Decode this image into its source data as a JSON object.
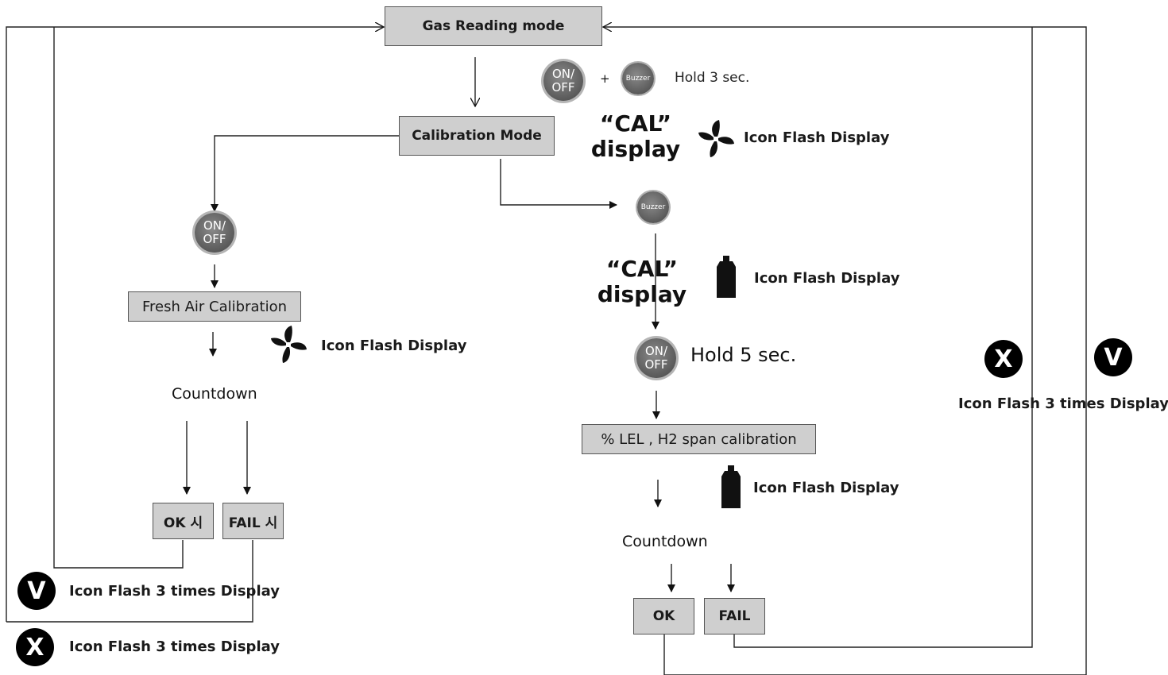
{
  "boxes": {
    "gas_reading": "Gas Reading mode",
    "calibration": "Calibration Mode",
    "fresh_air": "Fresh Air Calibration",
    "span": "% LEL , H2 span calibration",
    "ok_left": "OK 시",
    "fail_left": "FAIL 시",
    "ok_right": "OK",
    "fail_right": "FAIL"
  },
  "buttons": {
    "on_off": "ON/\nOFF",
    "buzzer": "Buzzer"
  },
  "labels": {
    "plus": "+",
    "hold_3": "Hold 3 sec.",
    "hold_5": "Hold 5 sec.",
    "cal_display_line1": "“CAL”",
    "cal_display_line2": "display",
    "icon_flash": "Icon Flash Display",
    "icon_flash_3": "Icon Flash 3 times Display",
    "countdown": "Countdown"
  },
  "icons": {
    "v_letter": "V",
    "x_letter": "X"
  }
}
